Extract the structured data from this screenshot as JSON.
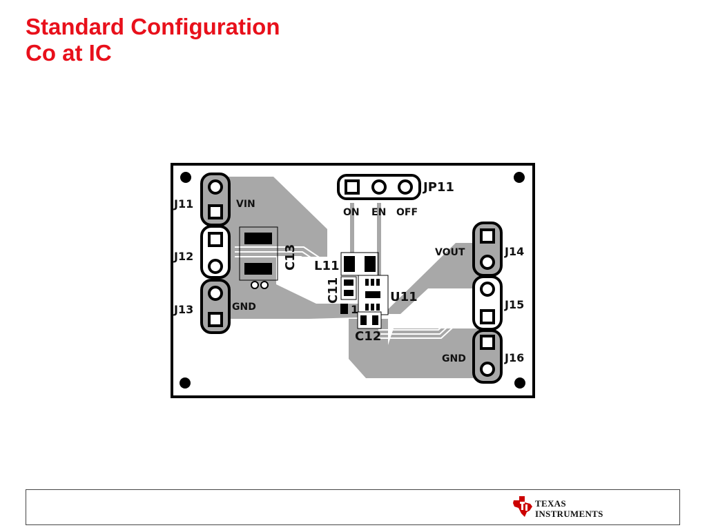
{
  "title": {
    "line1": "Standard Configuration",
    "line2": "Co at IC"
  },
  "board": {
    "connectors": {
      "j11": "J11",
      "j12": "J12",
      "j13": "J13",
      "j14": "J14",
      "j15": "J15",
      "j16": "J16",
      "jp11": "JP11"
    },
    "net_labels": {
      "vin": "VIN",
      "gnd_left": "GND",
      "vout": "VOUT",
      "gnd_right": "GND"
    },
    "jumper_labels": {
      "on": "ON",
      "en": "EN",
      "off": "OFF"
    },
    "components": {
      "c13": "C13",
      "l11": "L11",
      "c11": "C11",
      "u11": "U11",
      "c12": "C12",
      "pin1": "1"
    }
  },
  "footer": {
    "logo_line1": "TEXAS",
    "logo_line2": "INSTRUMENTS",
    "logo_icon": "texas-state-icon"
  },
  "colors": {
    "title": "#e8101b",
    "copper": "#a8a8a8",
    "logo_red": "#cc0000"
  }
}
